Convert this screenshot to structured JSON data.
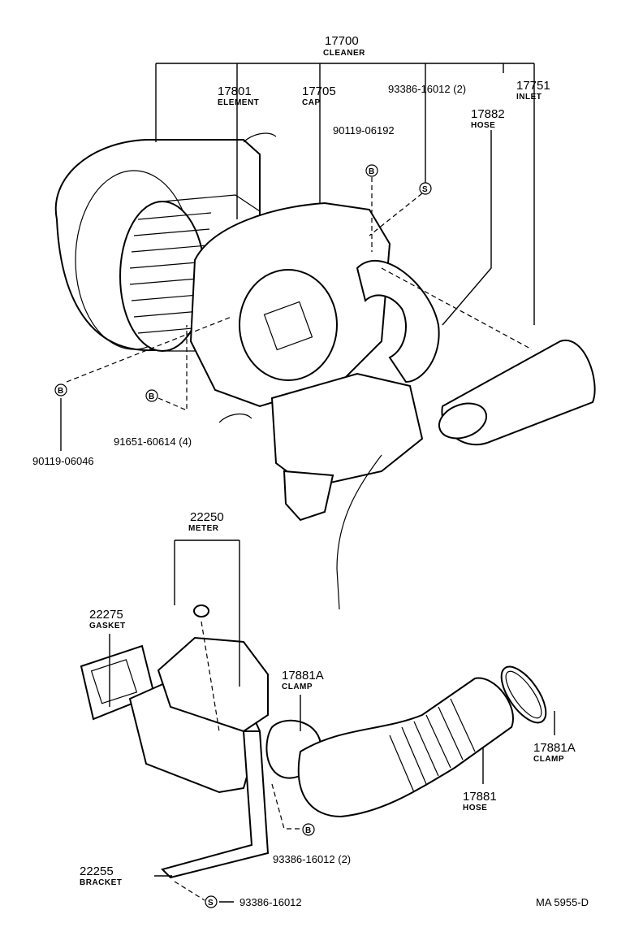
{
  "parts": {
    "cleaner": {
      "number": "17700",
      "name": "CLEANER"
    },
    "element": {
      "number": "17801",
      "name": "ELEMENT"
    },
    "cap": {
      "number": "17705",
      "name": "CAP"
    },
    "bolt_s_top": {
      "number": "93386-16012 (2)"
    },
    "inlet": {
      "number": "17751",
      "name": "INLET"
    },
    "hose_top": {
      "number": "17882",
      "name": "HOSE"
    },
    "bolt_b_top": {
      "number": "90119-06192"
    },
    "bolt_b_left": {
      "number": "90119-06046"
    },
    "clip": {
      "number": "91651-60614 (4)"
    },
    "meter": {
      "number": "22250",
      "name": "METER"
    },
    "gasket": {
      "number": "22275",
      "name": "GASKET"
    },
    "clamp_a": {
      "number": "17881A",
      "name": "CLAMP"
    },
    "clamp_b": {
      "number": "17881A",
      "name": "CLAMP"
    },
    "hose_bottom": {
      "number": "17881",
      "name": "HOSE"
    },
    "bolt_b_bottom": {
      "number": "93386-16012 (2)"
    },
    "bracket": {
      "number": "22255",
      "name": "BRACKET"
    },
    "bolt_s_bottom": {
      "number": "93386-16012"
    }
  },
  "symbols": {
    "b": "B",
    "s": "S"
  },
  "footer": {
    "code": "MA  5955-D"
  }
}
